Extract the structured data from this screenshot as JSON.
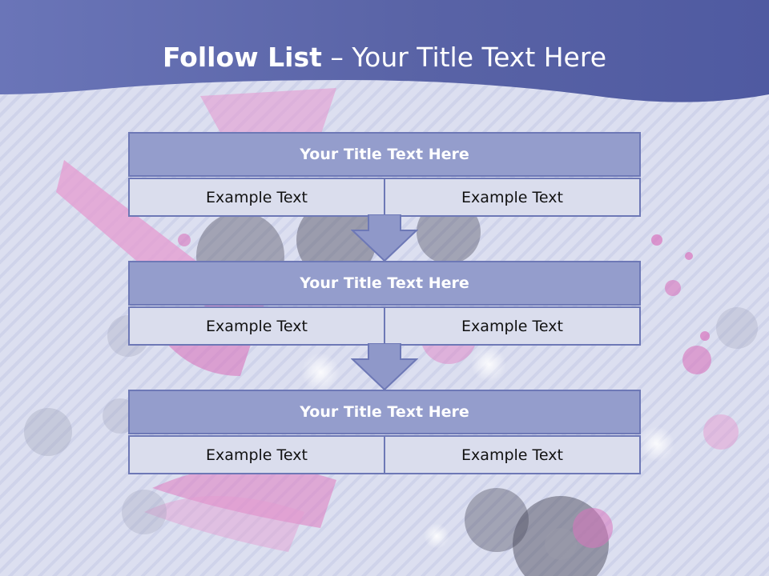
{
  "slide": {
    "title_bold": "Follow List",
    "title_rest": "– Your Title Text Here"
  },
  "blocks": [
    {
      "title": "Your Title Text Here",
      "left": "Example Text",
      "right": "Example Text"
    },
    {
      "title": "Your Title Text Here",
      "left": "Example Text",
      "right": "Example Text"
    },
    {
      "title": "Your Title Text Here",
      "left": "Example Text",
      "right": "Example Text"
    }
  ],
  "colors": {
    "header_band": "#5963a6",
    "block_title_fill": "#949dcc",
    "block_border": "#6d78b6",
    "cell_fill": "#dadded",
    "arrow_fill": "#8f98c9",
    "accent_pink": "#e07ac0"
  }
}
